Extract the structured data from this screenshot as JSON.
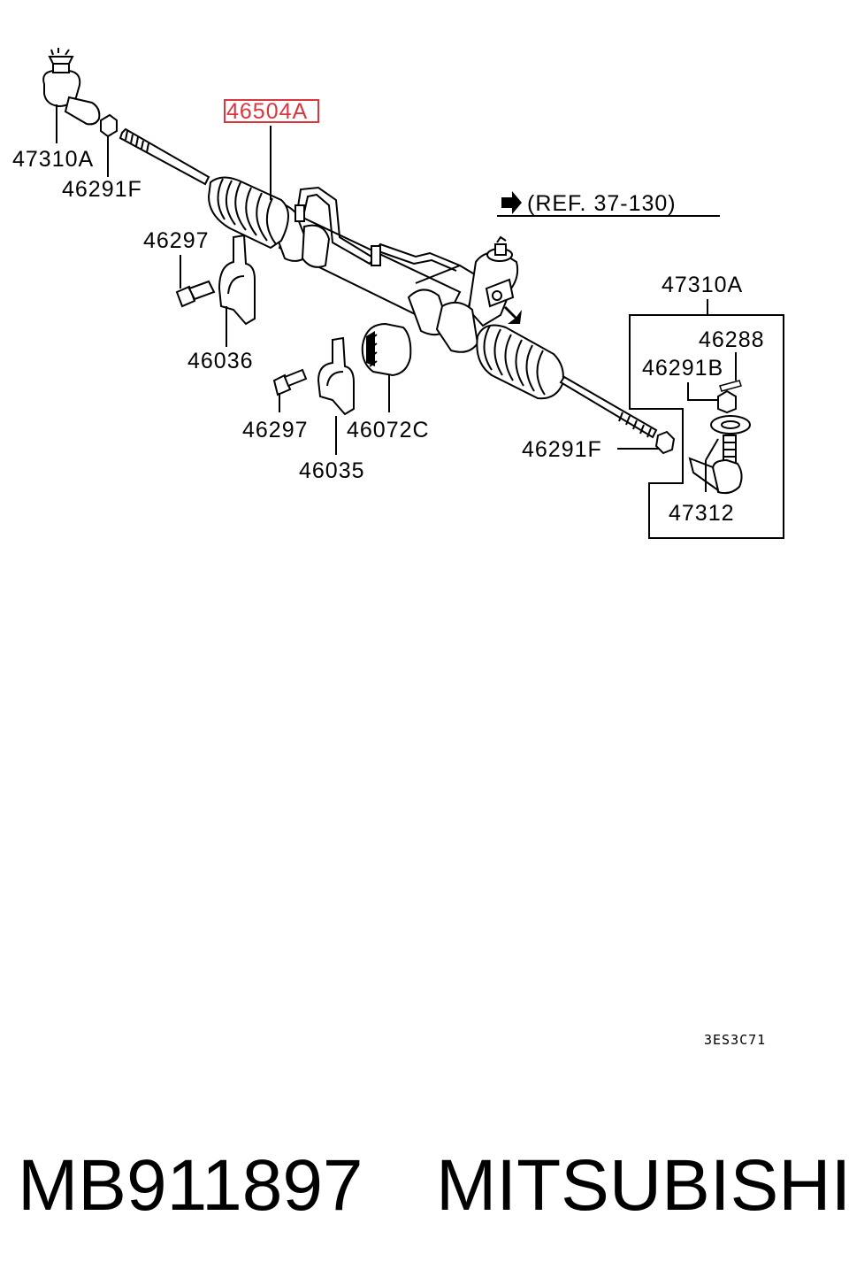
{
  "diagram": {
    "highlight_color": "#d9363e",
    "labels": {
      "rack_assembly": "46504A",
      "tie_rod_end_left": "47310A",
      "lock_nut_left": "46291F",
      "bolt_upper": "46297",
      "clamp_upper": "46036",
      "bolt_lower": "46297",
      "clamp_lower": "46035",
      "bushing": "46072C",
      "reference": "(REF. 37-130)",
      "tie_rod_end_right_kit": "47310A",
      "cotter_pin": "46288",
      "castle_nut": "46291B",
      "lock_nut_right": "46291F",
      "tie_rod_end_right": "47312"
    },
    "drawing_code": "3ES3C71"
  },
  "footer": {
    "part_number": "MB911897",
    "brand": "MITSUBISHI"
  }
}
